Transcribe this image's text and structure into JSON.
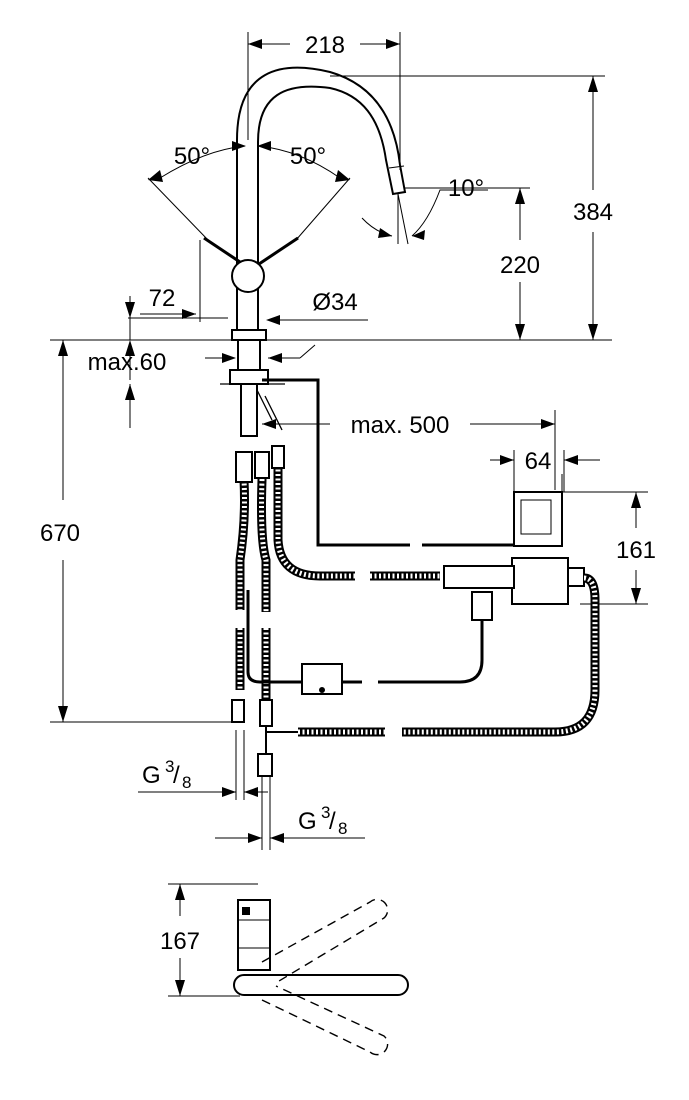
{
  "dimensions": {
    "spout_reach": "218",
    "angle_left": "50°",
    "angle_right": "50°",
    "spout_angle": "10°",
    "total_height": "384",
    "spout_height": "220",
    "lever_height": "72",
    "base_diameter": "Ø34",
    "deck_thickness": "max.60",
    "below_deck": "670",
    "cable_length": "max. 500",
    "box_width": "64",
    "box_height": "161",
    "connection_left_prefix": "G",
    "connection_left_num": "3",
    "connection_left_den": "8",
    "connection_right_prefix": "G",
    "connection_right_num": "3",
    "connection_right_den": "8",
    "top_view_depth": "167"
  },
  "colors": {
    "line": "#000000",
    "background": "#ffffff"
  }
}
